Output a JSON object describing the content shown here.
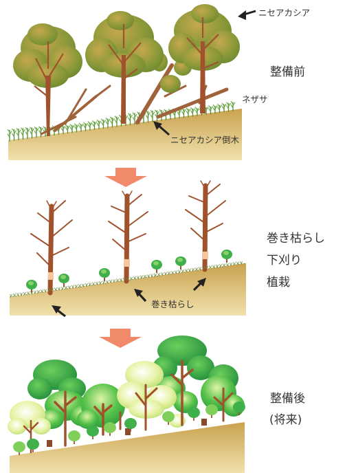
{
  "stage1": {
    "title": "整備前",
    "tree_label": "ニセアカシア",
    "grass_label": "ネザサ",
    "fallen_label": "ニセアカシア倒木"
  },
  "stage2": {
    "title_lines": [
      "巻き枯らし",
      "下刈り",
      "植栽"
    ],
    "girdle_label": "巻き枯らし"
  },
  "stage3": {
    "title_lines": [
      "整備後",
      "(将来)"
    ]
  },
  "colors": {
    "ground": "#d9b96a",
    "trunk": "#a0522d",
    "old_foliage": "#8a9a3c",
    "grass": "#5d9b3a",
    "arrow_down": "#f08a6a",
    "new_foliage": "#3fb04a"
  }
}
